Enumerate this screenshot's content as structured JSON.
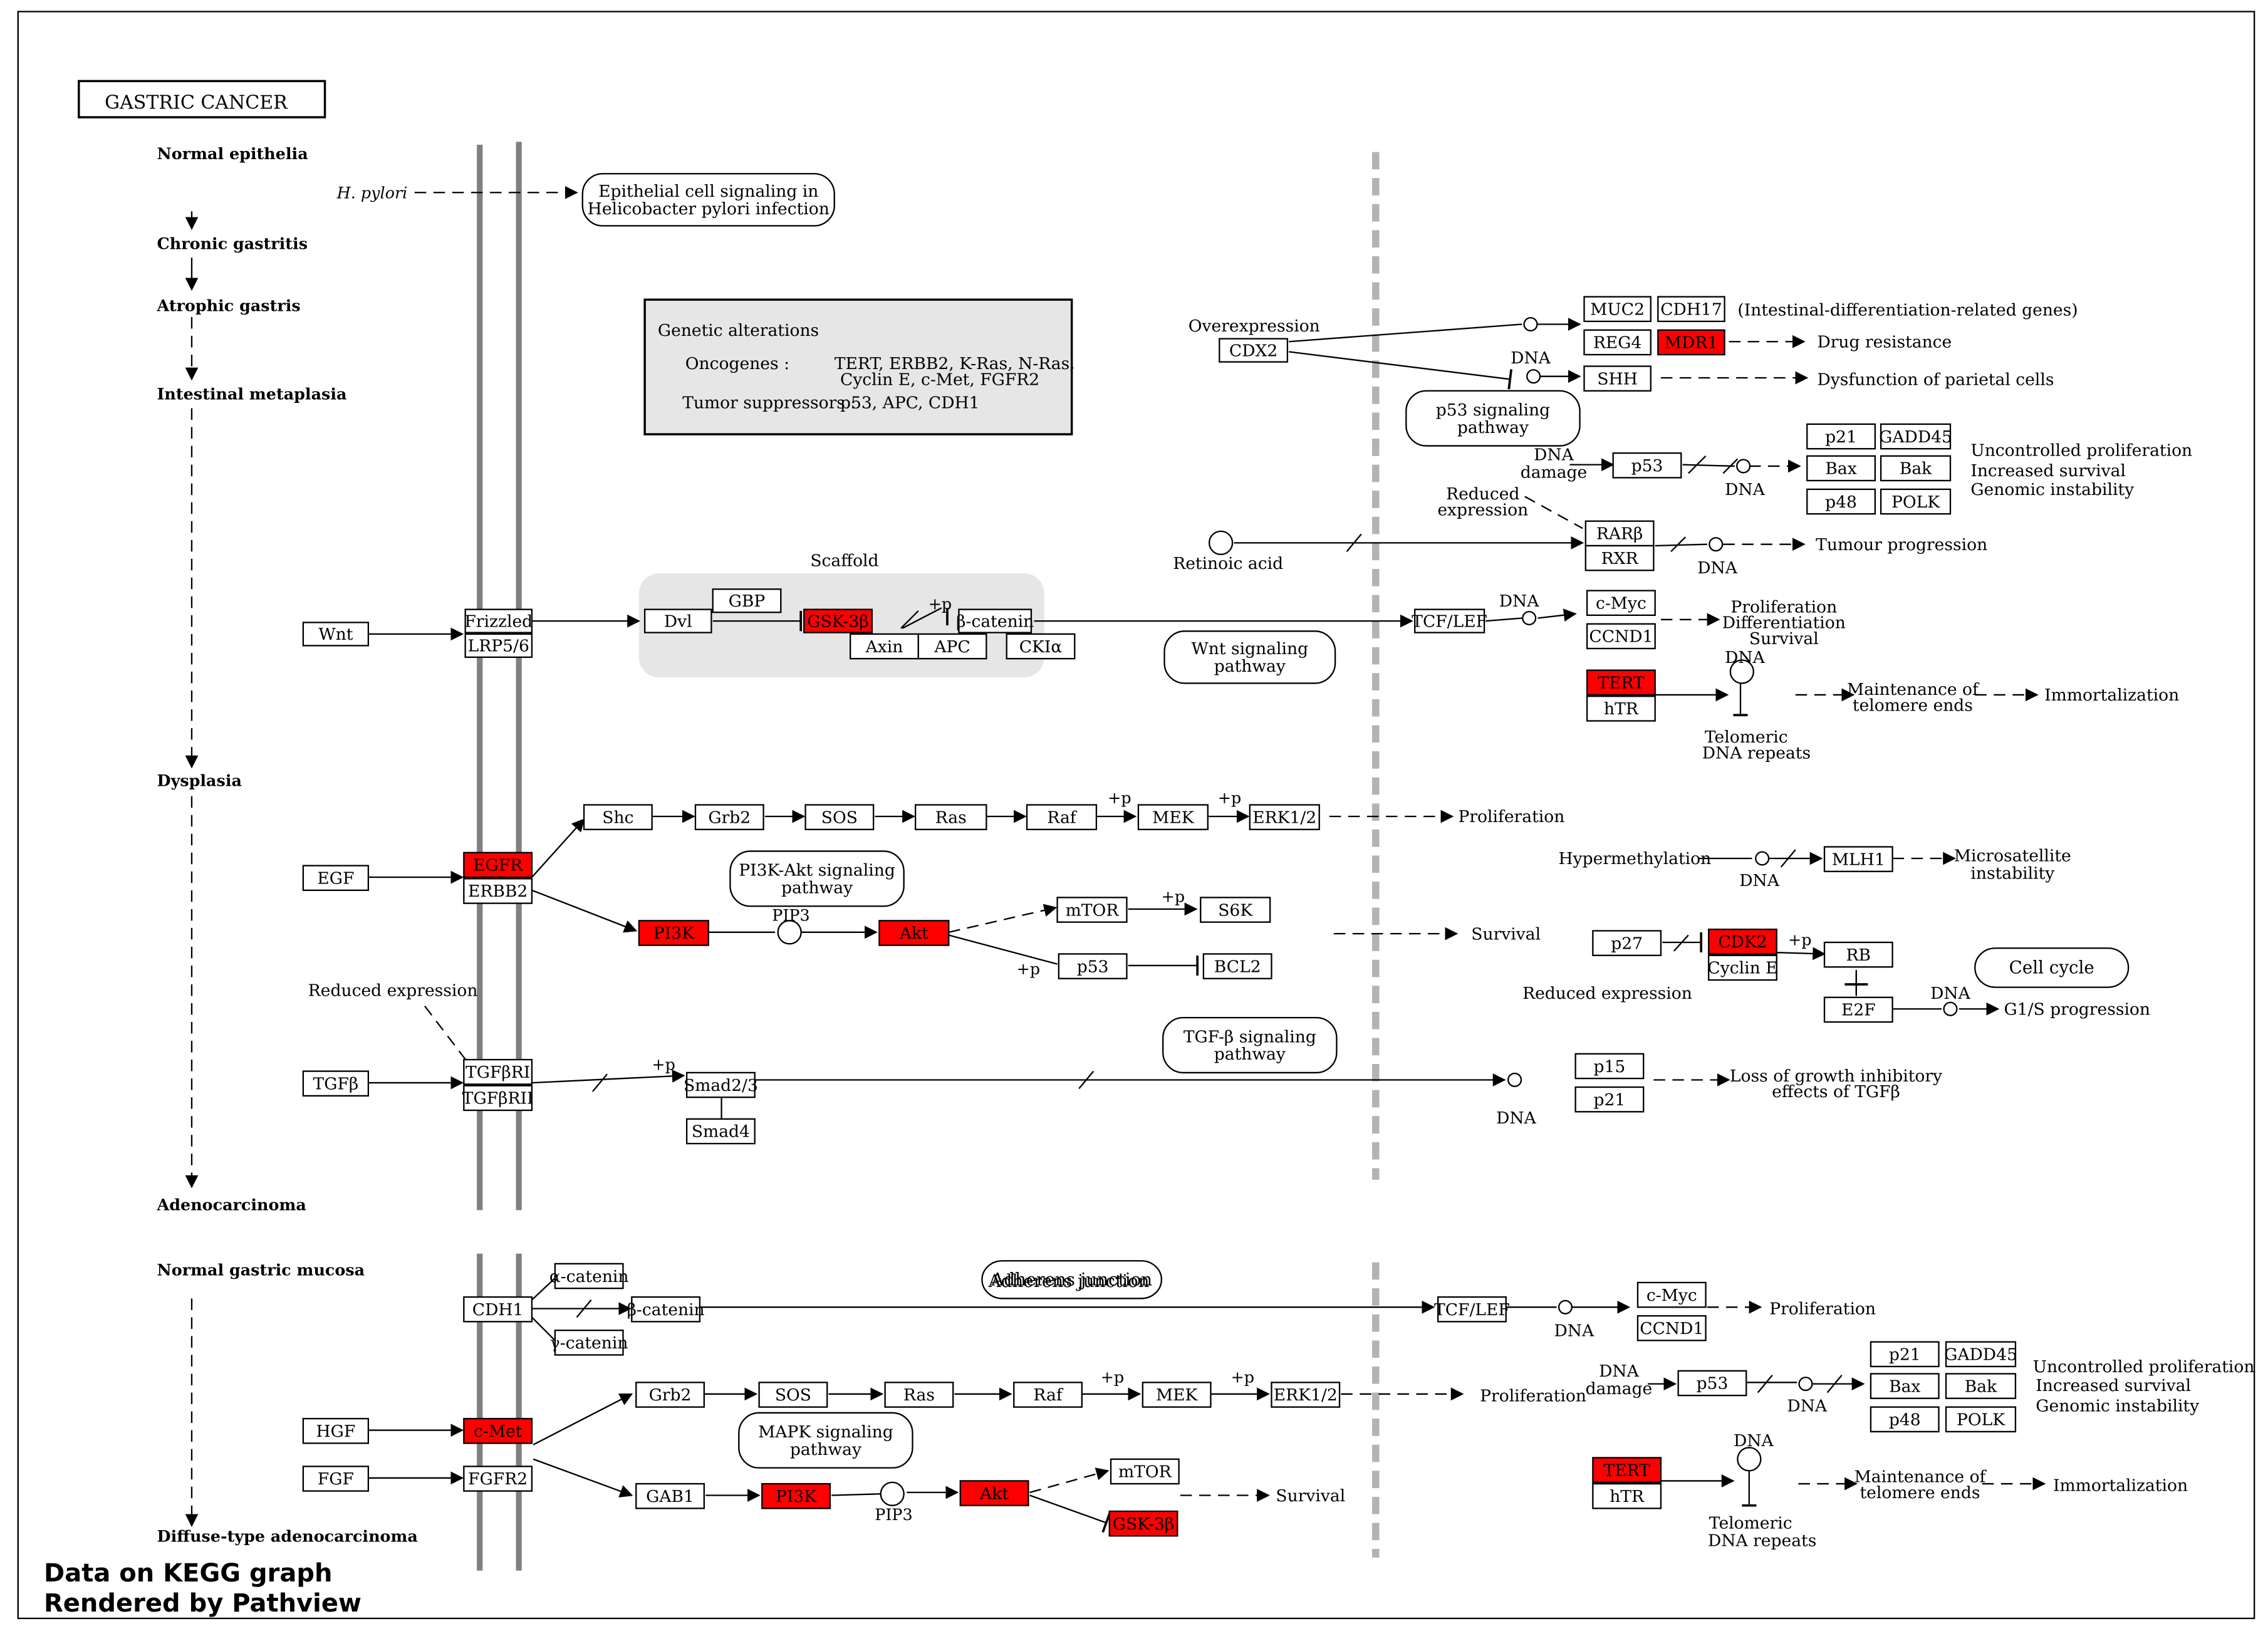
{
  "title": "GASTRIC CANCER",
  "credit": {
    "line1": "Data on KEGG graph",
    "line2": "Rendered by Pathview"
  },
  "colors": {
    "highlight": "#ff0000",
    "membrane": "#808080",
    "scaffold_bg": "#e6e6e6",
    "legend_bg": "#e6e6e6"
  },
  "stages": {
    "intestinal": [
      "Normal epithelia",
      "Chronic gastritis",
      "Atrophic gastris",
      "Intestinal metaplasia",
      "Dysplasia",
      "Adenocarcinoma"
    ],
    "diffuse": [
      "Normal gastric mucosa",
      "Diffuse-type adenocarcinoma"
    ]
  },
  "genetic_alterations": {
    "heading": "Genetic alterations",
    "oncogenes_label": "Oncogenes :",
    "oncogenes_line1": "TERT, ERBB2, K-Ras, N-Ras,",
    "oncogenes_line2": "Cyclin E, c-Met, FGFR2",
    "suppressors_label": "Tumor suppressors :",
    "suppressors": "p53, APC, CDH1"
  },
  "pathways": {
    "hpylori_line1": "Epithelial cell signaling in",
    "hpylori_line2": "Helicobacter pylori infection",
    "p53_line1": "p53 signaling",
    "p53_line2": "pathway",
    "wnt_line1": "Wnt signaling",
    "wnt_line2": "pathway",
    "pi3k_line1": "PI3K-Akt signaling",
    "pi3k_line2": "pathway",
    "tgfb_line1": "TGF-β signaling",
    "tgfb_line2": "pathway",
    "cellcycle": "Cell cycle",
    "adherens": "Adherens junction",
    "mapk_line1": "MAPK signaling",
    "mapk_line2": "pathway"
  },
  "genes": {
    "frizzled": "Frizzled",
    "lrp56": "LRP5/6",
    "dvl": "Dvl",
    "gbp": "GBP",
    "gsk3b": "GSK-3β",
    "bcatenin": "β-catenin",
    "axin": "Axin",
    "apc": "APC",
    "ckia": "CKIα",
    "tcflef": "TCF/LEF",
    "cmyc": "c-Myc",
    "ccnd1": "CCND1",
    "tert": "TERT",
    "htr": "hTR",
    "muc2": "MUC2",
    "cdh17": "CDH17",
    "reg4": "REG4",
    "mdr1": "MDR1",
    "shh": "SHH",
    "cdx2": "CDX2",
    "p53": "p53",
    "p21": "p21",
    "gadd45": "GADD45",
    "bax": "Bax",
    "bak": "Bak",
    "p48": "p48",
    "polk": "POLK",
    "rarb": "RARβ",
    "rxr": "RXR",
    "egfr": "EGFR",
    "erbb2": "ERBB2",
    "shc": "Shc",
    "grb2": "Grb2",
    "sos": "SOS",
    "ras": "Ras",
    "raf": "Raf",
    "mek": "MEK",
    "erk": "ERK1/2",
    "pi3k": "PI3K",
    "akt": "Akt",
    "mtor": "mTOR",
    "s6k": "S6K",
    "bcl2": "BCL2",
    "mlh1": "MLH1",
    "p27": "p27",
    "cdk2": "CDK2",
    "cyclin_e": "Cyclin E",
    "rb": "RB",
    "e2f": "E2F",
    "tgfbr1": "TGFβRI",
    "tgfbr2": "TGFβRII",
    "smad23": "Smad2/3",
    "smad4": "Smad4",
    "p15": "p15",
    "cdh1": "CDH1",
    "acatenin": "α-catenin",
    "gcatenin": "γ-catenin",
    "cmet": "c-Met",
    "fgfr2": "FGFR2",
    "gab1": "GAB1"
  },
  "ligands": {
    "wnt": "Wnt",
    "egf": "EGF",
    "tgfb": "TGFβ",
    "hgf": "HGF",
    "fgf": "FGF",
    "hpylori": "H. pylori",
    "retinoic": "Retinoic acid"
  },
  "labels": {
    "scaffold": "Scaffold",
    "overexpression": "Overexpression",
    "dna": "DNA",
    "dna_damage_1": "DNA",
    "dna_damage_2": "damage",
    "reduced_expression": "Reduced expression",
    "reduced_1": "Reduced",
    "reduced_2": "expression",
    "pip3": "PIP3",
    "plus_p": "+p",
    "hypermethylation": "Hypermethylation",
    "telomeric_1": "Telomeric",
    "telomeric_2": "DNA repeats"
  },
  "outcomes": {
    "intestinal_genes": "(Intestinal-differentiation-related genes)",
    "drug_resistance": "Drug resistance",
    "dysfunction": "Dysfunction of parietal cells",
    "uncontrolled": "Uncontrolled proliferation",
    "increased_survival": "Increased survival",
    "genomic_instability": "Genomic instability",
    "tumour_progression": "Tumour progression",
    "proliferation": "Proliferation",
    "differentiation": "Differentiation",
    "survival": "Survival",
    "maintenance_1": "Maintenance of",
    "maintenance_2": "telomere ends",
    "immortalization": "Immortalization",
    "microsatellite_1": "Microsatellite",
    "microsatellite_2": "instability",
    "g1s": "G1/S progression",
    "loss_1": "Loss of growth inhibitory",
    "loss_2": "effects of TGFβ"
  }
}
